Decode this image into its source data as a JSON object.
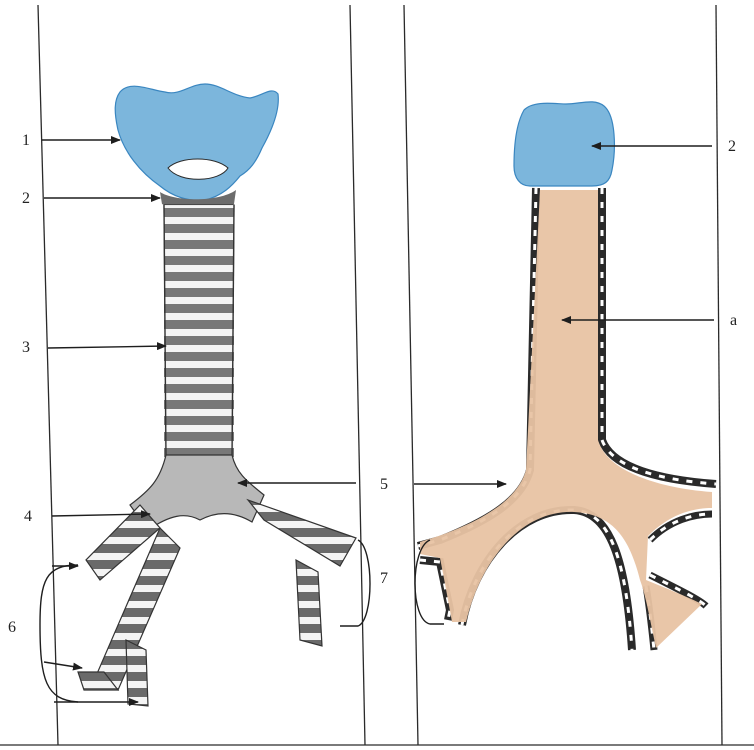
{
  "labels": {
    "l1": "1",
    "l2_left": "2",
    "l2_right": "2",
    "l3": "3",
    "l4": "4",
    "l5": "5",
    "l6": "6",
    "l7": "7",
    "la": "a"
  },
  "colors": {
    "larynx": "#7cb6dc",
    "larynx_dark": "#3f8cc4",
    "lumen": "#e8c3a3",
    "cartilage": "#5f5f5f",
    "cartilage_light": "#bdbdbd",
    "line": "#222222"
  }
}
